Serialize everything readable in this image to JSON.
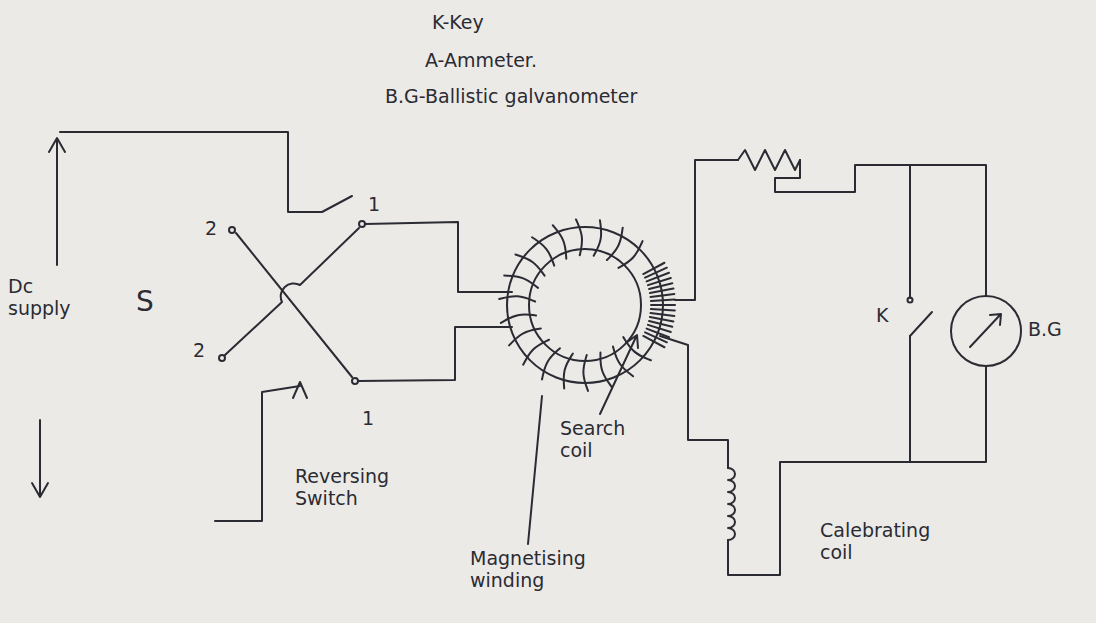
{
  "diagram": {
    "nodes": [
      {
        "text": [
          "B.G"
        ]
      }
    ],
    "labels": [
      "K-Key",
      "A-Ammeter.",
      "B.G-Ballistic galvanometer",
      "Dc supply",
      "S",
      "2",
      "1",
      "2",
      "1",
      "Search coil",
      "K",
      "Reversing Switch",
      "Calebrating coil",
      "Magnetising winding"
    ]
  }
}
